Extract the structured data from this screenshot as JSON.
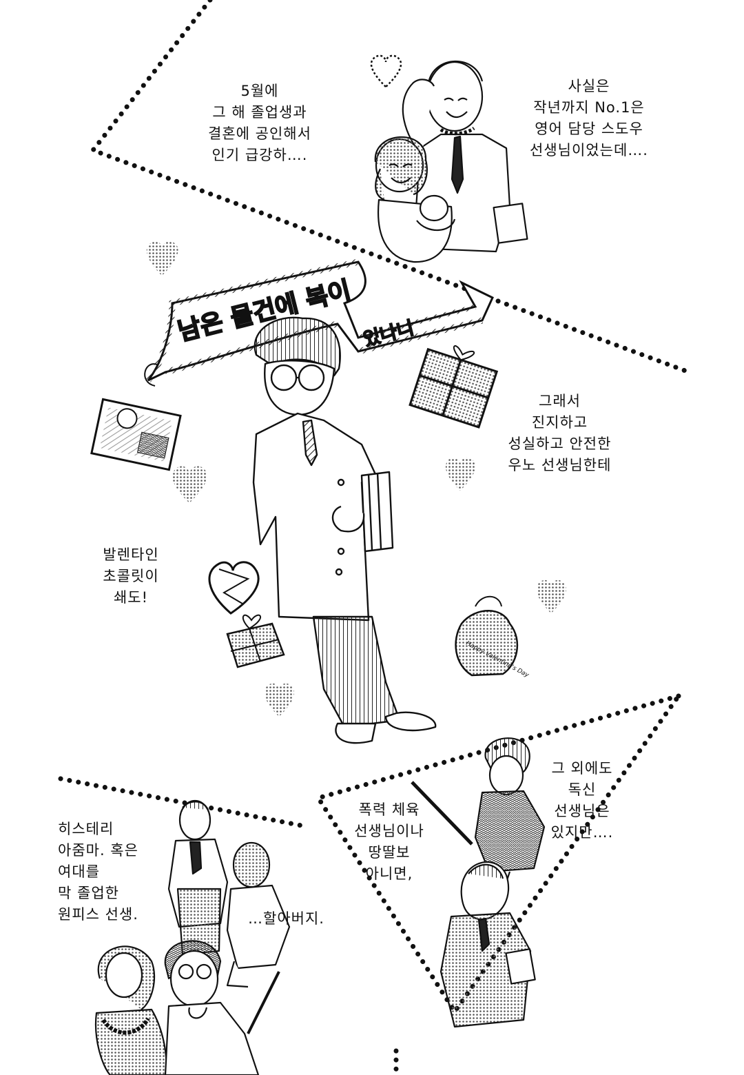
{
  "captions": {
    "may_marriage": "5월에\n그 해 졸업생과\n결혼에 공인해서\n인기 급강하….",
    "actually_no1": "사실은\n작년까지 No.1은\n영어 담당 스도우\n선생님이었는데….",
    "so_uno": "그래서\n진지하고\n성실하고 안전한\n우노 선생님한테",
    "valentine": "발렌타인\n초콜릿이\n쇄도!",
    "besides": "그 외에도\n독신\n선생님은\n있지만….",
    "violent_pe": "폭력 체육\n선생님이나\n땅딸보\n아니면,",
    "hysteric": "히스테리\n아줌마. 혹은\n여대를\n막 졸업한\n원피스 선생.",
    "grandpa": "…할아버지."
  },
  "ribbon": {
    "line1": "남은 물건에 복이",
    "line2": "있나니"
  },
  "gift_bag": {
    "text": "Happy Valentine's Day"
  },
  "colors": {
    "ink": "#111111",
    "paper": "#ffffff",
    "screen": "#555555"
  },
  "icons": [
    "heart-icon",
    "gift-box-icon",
    "chocolate-box-icon",
    "gift-bag-icon",
    "baby-icon",
    "bamboo-sword-icon"
  ]
}
